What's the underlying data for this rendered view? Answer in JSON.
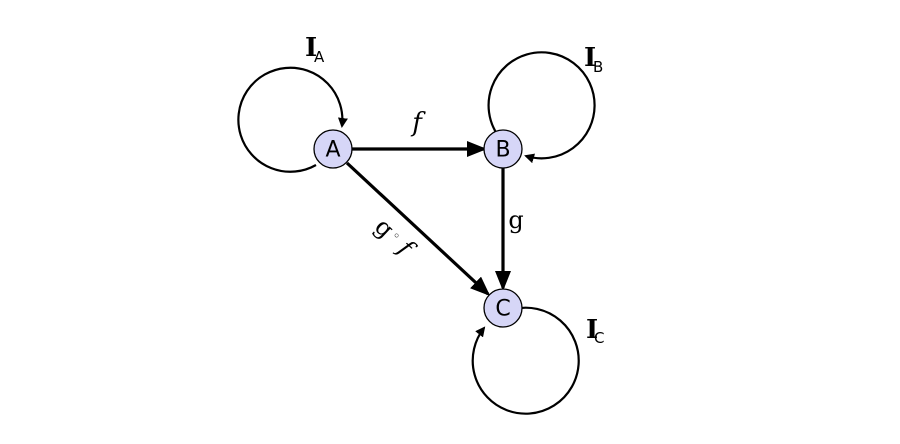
{
  "nodes": {
    "a": {
      "label": "A"
    },
    "b": {
      "label": "B"
    },
    "c": {
      "label": "C"
    }
  },
  "arrows": {
    "f": {
      "label": "f"
    },
    "g": {
      "label": "g"
    },
    "composite": {
      "left": "g",
      "op": "◦",
      "right": "f"
    }
  },
  "identity_loops": {
    "a": {
      "symbol": "I",
      "subscript": "A"
    },
    "b": {
      "symbol": "I",
      "subscript": "B"
    },
    "c": {
      "symbol": "I",
      "subscript": "C"
    }
  },
  "colors": {
    "node_fill": "#d6d6f7",
    "stroke": "#000000",
    "background": "#ffffff"
  }
}
